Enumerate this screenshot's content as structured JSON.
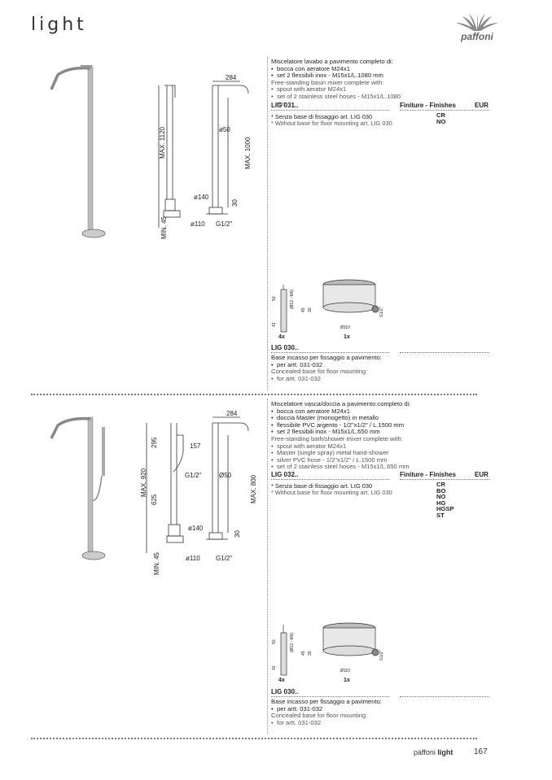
{
  "header": {
    "title": "light",
    "brand_logo": "paffoni"
  },
  "products": [
    {
      "description_it_title": "Miscelatore lavabo a pavimento completo di:",
      "description_it_items": [
        "bocca con aeratore M24x1",
        "set 2 flessibili inox - M15x1/L.1080 mm"
      ],
      "description_en_title": "Free-standing basin mixer complete with:",
      "description_en_items": [
        "spout with aerator M24x1",
        "set of 2 stainless steel hoses - M15x1/L.1080 mm"
      ],
      "code": "LIG 031..",
      "finishes_label": "Finiture - Finishes",
      "currency": "EUR",
      "finishes": [
        "CR",
        "NO"
      ],
      "note_it": "* Senza base di fissaggio art. LIG 030",
      "note_en": "* Without base for floor mounting art. LIG 030",
      "drawing": {
        "w": "284",
        "d1": "ø50",
        "h_max": "MAX. 1120",
        "h_max2": "MAX. 1000",
        "d2": "ø140",
        "h30": "30",
        "min": "MIN. 45",
        "d3": "ø110",
        "thread": "G1/2\""
      }
    },
    {
      "description_it_title": "Miscelatore vasca/doccia a pavimento completo di:",
      "description_it_items": [
        "bocca con aeratore M24x1",
        "doccia Master (monogetto) in metallo",
        "flessibile PVC argento - 1/2\"x1/2\" / L.1500 mm",
        "set 2 flessibili inox - M15x1/L.650 mm"
      ],
      "description_en_title": "Free-standing bath/shower mixer complete with:",
      "description_en_items": [
        "spout with aerator M24x1",
        "Master (single spray) metal hand-shower",
        "silver PVC hose - 1/2\"x1/2\" / L.1500 mm",
        "set of 2 stainless steel hoses - M15x1/L.650 mm"
      ],
      "code": "LIG 032..",
      "finishes_label": "Finiture - Finishes",
      "currency": "EUR",
      "finishes": [
        "CR",
        "BO",
        "NO",
        "HG",
        "HGSP",
        "ST"
      ],
      "note_it": "* Senza base di fissaggio art. LIG 030",
      "note_en": "* Without base for floor mounting art. LIG 030",
      "drawing": {
        "w": "284",
        "h295": "295",
        "d157": "157",
        "thread_top": "G1/2\"",
        "h_max": "MAX. 920",
        "h625": "625",
        "d1": "Ø50",
        "h_max2": "MAX. 800",
        "d2": "ø140",
        "h30": "30",
        "min": "MIN. 45",
        "d3": "ø110",
        "thread": "G1/2\""
      }
    }
  ],
  "base": {
    "code": "LIG 030..",
    "description_it_title": "Base incasso per fissaggio a pavimento:",
    "description_it_items": [
      "per artt. 031-032"
    ],
    "description_en_title": "Concealed base for floor mounting:",
    "description_en_items": [
      "for artt. 031-032"
    ],
    "qty_a": "4x",
    "qty_b": "1x",
    "labels": {
      "d110": "Ø110",
      "g12": "G1/2\"",
      "h45": "45",
      "h30": "30",
      "h50": "50",
      "h42": "42",
      "m6": "(Ø12 - M6)"
    }
  },
  "footer": {
    "brand": "paffoni",
    "series": "light",
    "page": "167"
  }
}
